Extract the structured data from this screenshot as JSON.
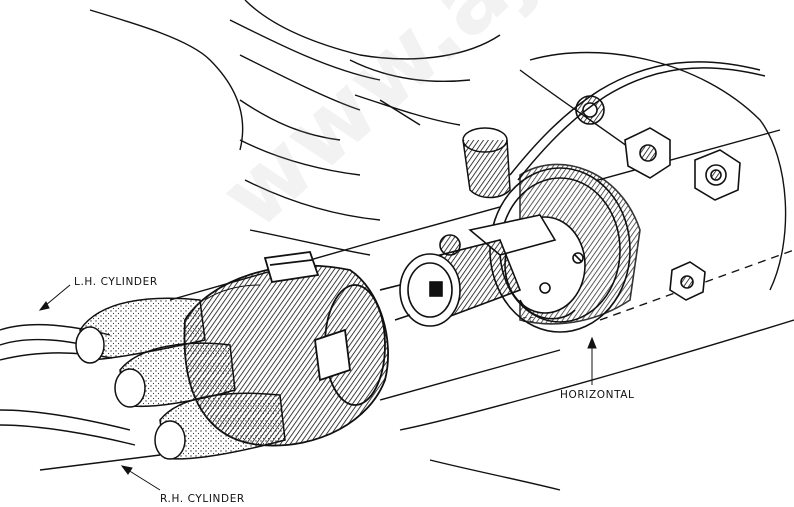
{
  "labels": {
    "lh_cylinder": "L.H. CYLINDER",
    "horizontal": "HORIZONTAL",
    "rh_cylinder": "R.H. CYLINDER"
  },
  "watermark": {
    "text": "www.ajs-m"
  },
  "colors": {
    "line": "#111111",
    "shade": "#2a2a2a",
    "background": "#ffffff",
    "watermark": "#a0a0a0"
  }
}
